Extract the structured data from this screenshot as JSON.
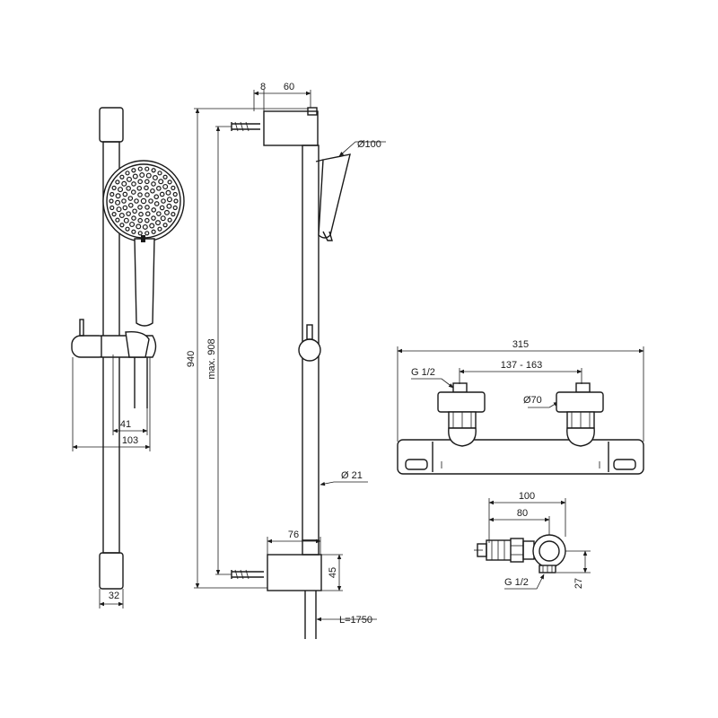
{
  "dimensions": {
    "d_8": "8",
    "d_60": "60",
    "d_940": "940",
    "d_max908": "max. 908",
    "d_dia100": "Ø100",
    "d_41": "41",
    "d_103": "103",
    "d_dia21": "Ø 21",
    "d_76": "76",
    "d_45": "45",
    "d_L1750": "L=1750",
    "d_32": "32",
    "d_315": "315",
    "d_g12_top": "G 1/2",
    "d_137_163": "137 - 163",
    "d_dia70": "Ø70",
    "d_100": "100",
    "d_80": "80",
    "d_27": "27",
    "d_g12_side": "G 1/2"
  }
}
